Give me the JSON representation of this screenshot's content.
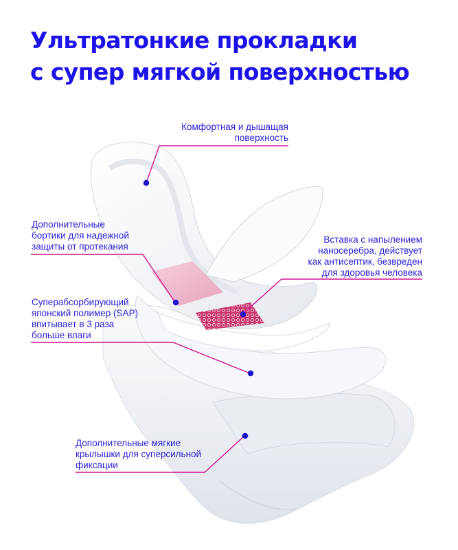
{
  "title": {
    "line1": "Ультратонкие прокладки",
    "line2": "с супер мягкой поверхностью"
  },
  "callouts": {
    "surface": {
      "lines": [
        "Комфортная и дышащая",
        "поверхность"
      ]
    },
    "sides": {
      "lines": [
        "Дополнительные",
        "бортики для надежной",
        "защиты от протекания"
      ]
    },
    "silver": {
      "lines": [
        "Вставка с напылением",
        "наносеребра, действует",
        "как антисептик, безвреден",
        "для здоровья человека"
      ]
    },
    "sap": {
      "lines": [
        "Суперабсорбирующий",
        "японский полимер (SAP)",
        "впитывает в 3 раза",
        "больше влаги"
      ]
    },
    "wings": {
      "lines": [
        "Дополнительные мягкие",
        "крылышки для суперсильной",
        "фиксации"
      ]
    }
  },
  "colors": {
    "title": "#1d12e8",
    "callout_text": "#2a1fd6",
    "leader_line": "#d0138f",
    "dot": "#1a13c9",
    "insert": "#c9376e"
  }
}
